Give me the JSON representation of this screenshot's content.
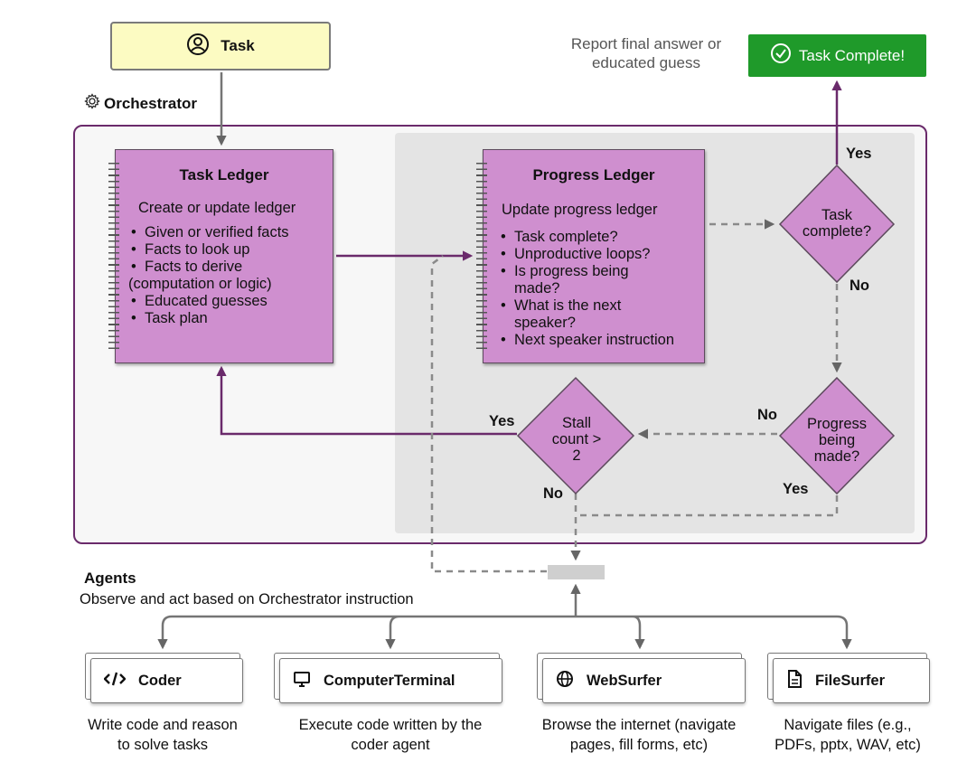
{
  "task": {
    "label": "Task",
    "icon": "user-circle-icon"
  },
  "report_note": {
    "line1": "Report final answer or",
    "line2": "educated guess"
  },
  "task_complete": {
    "label": "Task Complete!",
    "icon": "check-circle-icon",
    "color": "#1f9a2a"
  },
  "orchestrator": {
    "label": "Orchestrator",
    "icon": "gear-icon",
    "border_color": "#6a2a6b"
  },
  "task_ledger": {
    "title": "Task Ledger",
    "subtitle": "Create or update ledger",
    "items": [
      "Given or verified facts",
      "Facts to look up",
      "Facts to derive",
      "(computation or logic)",
      "Educated guesses",
      "Task plan"
    ],
    "color": "#cf8fcf"
  },
  "progress_ledger": {
    "title": "Progress Ledger",
    "subtitle": "Update progress ledger",
    "items": [
      "Task complete?",
      "Unproductive loops?",
      "Is progress being",
      "made?",
      "What is the next",
      "speaker?",
      "Next speaker instruction"
    ]
  },
  "decisions": {
    "task_complete": {
      "line1": "Task",
      "line2": "complete?"
    },
    "progress": {
      "line1": "Progress",
      "line2": "being",
      "line3": "made?"
    },
    "stall": {
      "line1": "Stall",
      "line2": "count >",
      "line3": "2"
    }
  },
  "labels": {
    "yes": "Yes",
    "no": "No"
  },
  "agents": {
    "title": "Agents",
    "subtitle": "Observe and act based on Orchestrator instruction",
    "list": [
      {
        "name": "Coder",
        "icon": "code-icon",
        "desc1": "Write code and reason",
        "desc2": "to solve tasks"
      },
      {
        "name": "ComputerTerminal",
        "icon": "monitor-icon",
        "desc1": "Execute code written by the",
        "desc2": "coder agent"
      },
      {
        "name": "WebSurfer",
        "icon": "globe-icon",
        "desc1": "Browse the internet (navigate",
        "desc2": "pages, fill forms, etc)"
      },
      {
        "name": "FileSurfer",
        "icon": "file-icon",
        "desc1": "Navigate files (e.g.,",
        "desc2": "PDFs, pptx, WAV, etc)"
      }
    ]
  },
  "colors": {
    "arrow_purple": "#6a2a6b",
    "arrow_gray": "#757575",
    "dashed_gray": "#8a8a8a"
  }
}
